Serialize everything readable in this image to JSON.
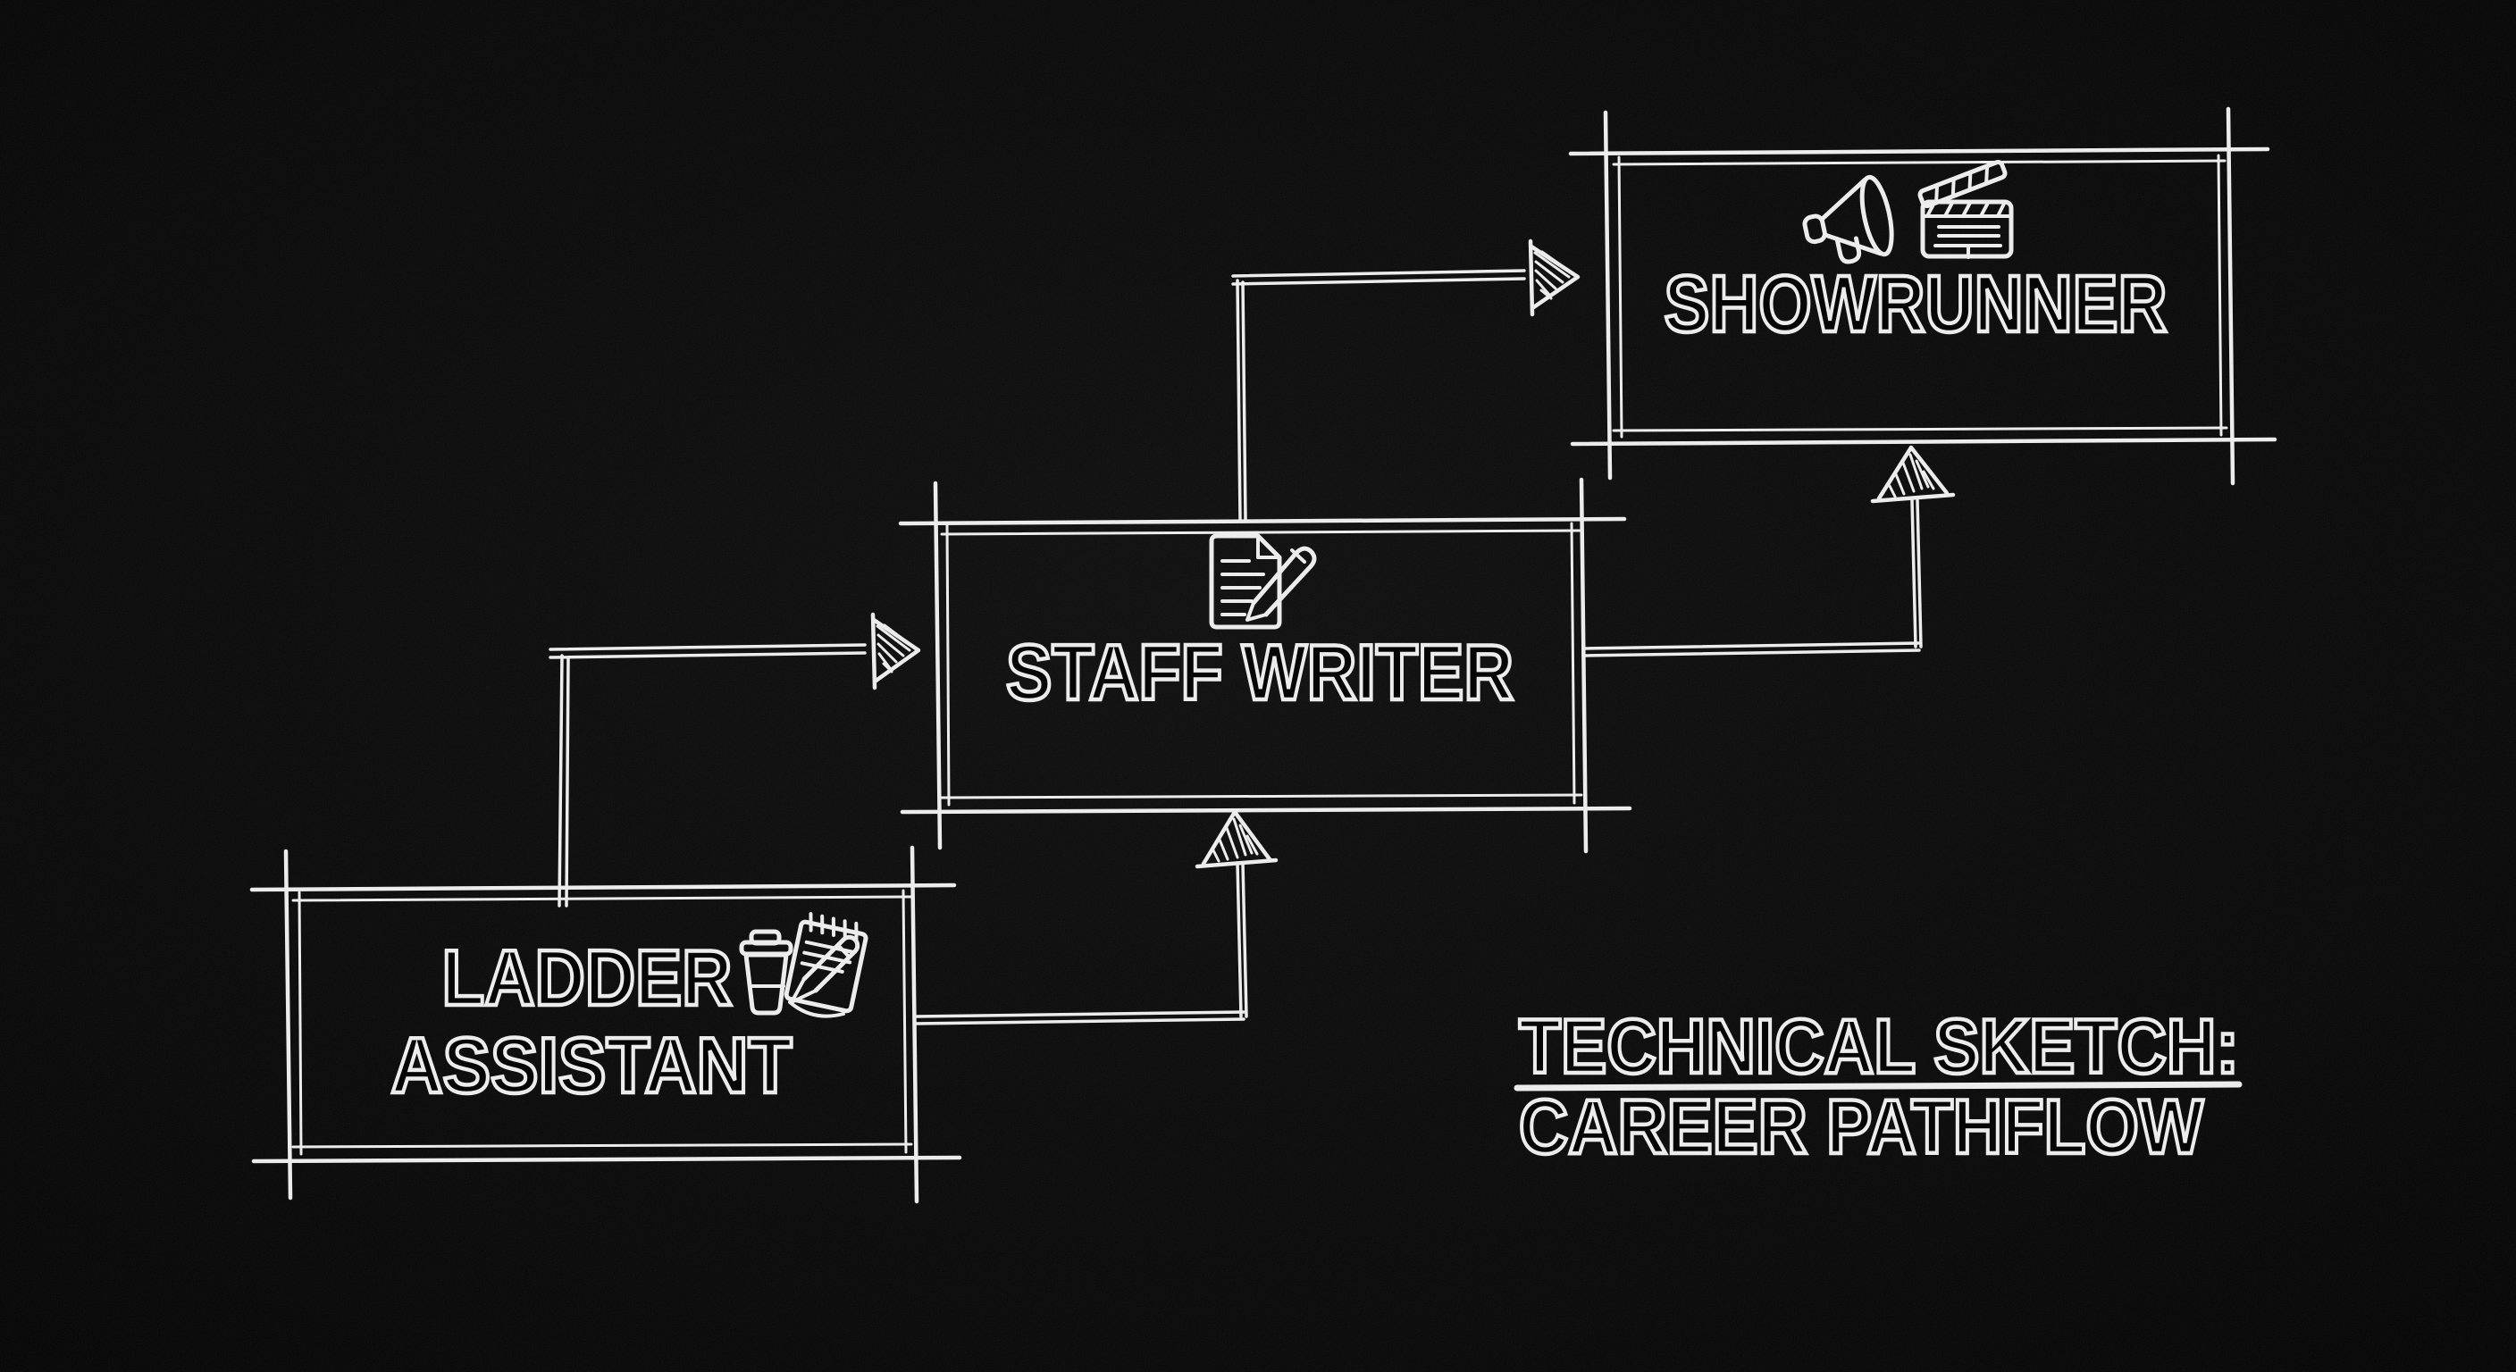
{
  "title": {
    "line1": "TECHNICAL SKETCH:",
    "line2": "CAREER PATHFLOW",
    "underlined": true
  },
  "nodes": [
    {
      "id": "ladder-assistant",
      "label_line1": "LADDER",
      "label_line2": "ASSISTANT",
      "icons": [
        "coffee-cup-icon",
        "notepad-pencil-icon"
      ],
      "position": "bottom-left"
    },
    {
      "id": "staff-writer",
      "label": "STAFF WRITER",
      "icons": [
        "document-pencil-icon"
      ],
      "position": "middle-center"
    },
    {
      "id": "showrunner",
      "label": "SHOWRUNNER",
      "icons": [
        "megaphone-icon",
        "clapperboard-icon"
      ],
      "position": "top-right"
    }
  ],
  "edges": [
    {
      "from": "ladder-assistant",
      "to": "staff-writer",
      "route": "top-then-right-into-left-side",
      "arrowhead": "hatched-triangle-right"
    },
    {
      "from": "ladder-assistant",
      "to": "staff-writer",
      "route": "right-then-up-into-bottom",
      "arrowhead": "hatched-triangle-up"
    },
    {
      "from": "staff-writer",
      "to": "showrunner",
      "route": "top-then-right-into-left-side",
      "arrowhead": "hatched-triangle-right"
    },
    {
      "from": "staff-writer",
      "to": "showrunner",
      "route": "right-then-up-into-bottom",
      "arrowhead": "hatched-triangle-up"
    }
  ],
  "style": {
    "theme": "chalk-sketch-on-black",
    "box_border": "double hand-drawn line with overshooting corners"
  },
  "colors": {
    "background": "#040404",
    "ink": "#ececec"
  }
}
